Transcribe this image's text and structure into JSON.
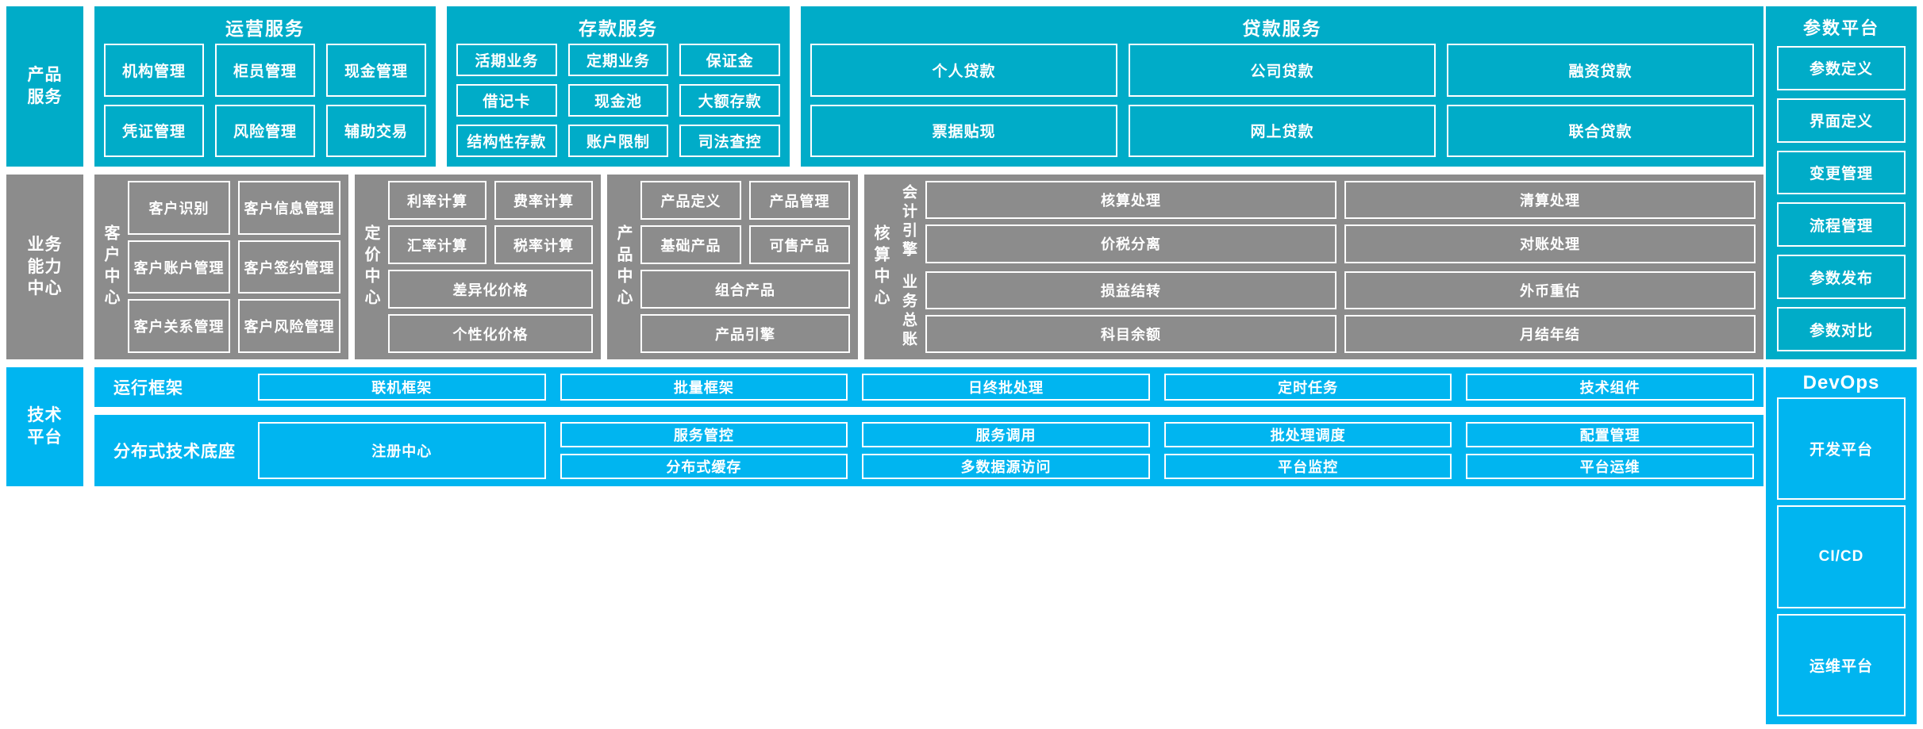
{
  "colors": {
    "teal": "#00ACC8",
    "gray": "#8C8C8C",
    "vivid_blue": "#00B5F0",
    "outline": "#FFFFFF",
    "background": "#FFFFFF"
  },
  "tiers": [
    {
      "id": "product-services",
      "spine_label": "产品\n服务",
      "groups": [
        {
          "id": "operation-services",
          "title": "运营服务",
          "rows": [
            [
              "机构管理",
              "柜员管理",
              "现金管理"
            ],
            [
              "凭证管理",
              "风险管理",
              "辅助交易"
            ]
          ]
        },
        {
          "id": "deposit-services",
          "title": "存款服务",
          "rows": [
            [
              "活期业务",
              "定期业务",
              "保证金"
            ],
            [
              "借记卡",
              "现金池",
              "大额存款"
            ],
            [
              "结构性存款",
              "账户限制",
              "司法查控"
            ]
          ]
        },
        {
          "id": "loan-services",
          "title": "贷款服务",
          "rows": [
            [
              "个人贷款",
              "公司贷款",
              "融资贷款"
            ],
            [
              "票据贴现",
              "网上贷款",
              "联合贷款"
            ]
          ]
        }
      ]
    },
    {
      "id": "business-capability",
      "spine_label": "业务\n能力\n中心",
      "centers": [
        {
          "id": "customer-center",
          "vlabel": "客户中心",
          "rows": [
            [
              "客户识别",
              "客户信息管理"
            ],
            [
              "客户账户管理",
              "客户签约管理"
            ],
            [
              "客户关系管理",
              "客户风险管理"
            ]
          ]
        },
        {
          "id": "pricing-center",
          "vlabel": "定价中心",
          "rows": [
            [
              "利率计算",
              "费率计算"
            ],
            [
              "汇率计算",
              "税率计算"
            ],
            [
              "差异化价格"
            ],
            [
              "个性化价格"
            ]
          ]
        },
        {
          "id": "product-center",
          "vlabel": "产品中心",
          "rows": [
            [
              "产品定义",
              "产品管理"
            ],
            [
              "基础产品",
              "可售产品"
            ],
            [
              "组合产品"
            ],
            [
              "产品引擎"
            ]
          ]
        },
        {
          "id": "accounting-center",
          "vlabel": "核算中心",
          "subgroups": [
            {
              "id": "accounting-engine",
              "vlabel": "会计引擎",
              "rows": [
                [
                  "核算处理",
                  "清算处理"
                ],
                [
                  "价税分离",
                  "对账处理"
                ]
              ]
            },
            {
              "id": "business-ledger",
              "vlabel": "业务总账",
              "rows": [
                [
                  "损益结转",
                  "外币重估"
                ],
                [
                  "科目余额",
                  "月结年结"
                ]
              ]
            }
          ]
        }
      ]
    },
    {
      "id": "technical-platform",
      "spine_label": "技术\n平台",
      "bands": [
        {
          "id": "runtime-framework",
          "label": "运行框架",
          "columns": [
            [
              "联机框架"
            ],
            [
              "批量框架"
            ],
            [
              "日终批处理"
            ],
            [
              "定时任务"
            ],
            [
              "技术组件"
            ]
          ]
        },
        {
          "id": "distributed-foundation",
          "label": "分布式技术底座",
          "columns": [
            [
              "注册中心"
            ],
            [
              "服务管控",
              "分布式缓存"
            ],
            [
              "服务调用",
              "多数据源访问"
            ],
            [
              "批处理调度",
              "平台监控"
            ],
            [
              "配置管理",
              "平台运维"
            ]
          ]
        }
      ]
    }
  ],
  "sidebar": {
    "parameter_platform": {
      "title": "参数平台",
      "items": [
        "参数定义",
        "界面定义",
        "变更管理",
        "流程管理",
        "参数发布",
        "参数对比"
      ]
    },
    "devops": {
      "title": "DevOps",
      "items": [
        "开发平台",
        "CI/CD",
        "运维平台"
      ]
    }
  }
}
